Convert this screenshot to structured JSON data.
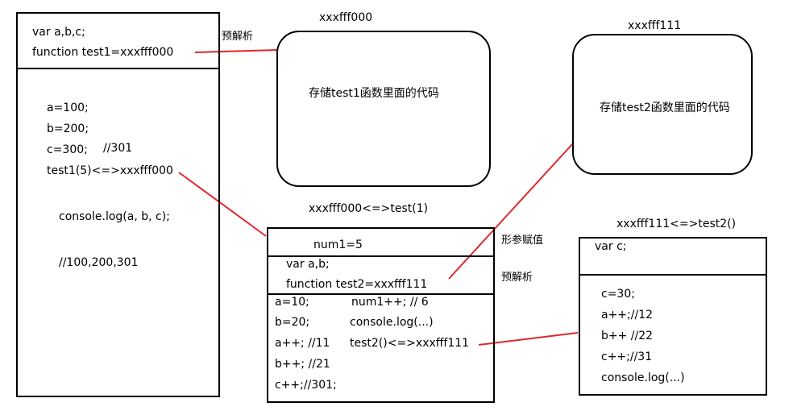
{
  "global_scope": {
    "header": [
      "var a,b,c;",
      "function test1=xxxfff000"
    ],
    "body": [
      "a=100;",
      "b=200;",
      "c=300;",
      "//301",
      "test1(5)<=>xxxfff000",
      "console.log(a, b, c);",
      "//100,200,301"
    ]
  },
  "labels": {
    "preparse_top": "预解析",
    "xxxfff000": "xxxfff000",
    "xxxfff111": "xxxfff111",
    "test1_call": "xxxfff000<=>test(1)",
    "test2_call": "xxxfff111<=>test2()",
    "param_assign": "形参赋值",
    "preparse_mid": "预解析"
  },
  "heap_test1": {
    "text": "存储test1函数里面的代码"
  },
  "heap_test2": {
    "text": "存储test2函数里面的代码"
  },
  "test1_scope": {
    "param": "num1=5",
    "header": [
      "var a,b;",
      "function test2=xxxfff111"
    ],
    "left_col": [
      "a=10;",
      "b=20;",
      "a++;  //11",
      "b++; //21",
      "c++;//301;"
    ],
    "right_col": [
      "num1++; //  6",
      "console.log(...)",
      "test2()<=>xxxfff111"
    ]
  },
  "test2_scope": {
    "header": "var c;",
    "body": [
      "c=30;",
      "a++;//12",
      "b++  //22",
      "c++;//31",
      "console.log(...)"
    ]
  },
  "colors": {
    "connector": "#e0262b",
    "stroke": "#000000"
  }
}
